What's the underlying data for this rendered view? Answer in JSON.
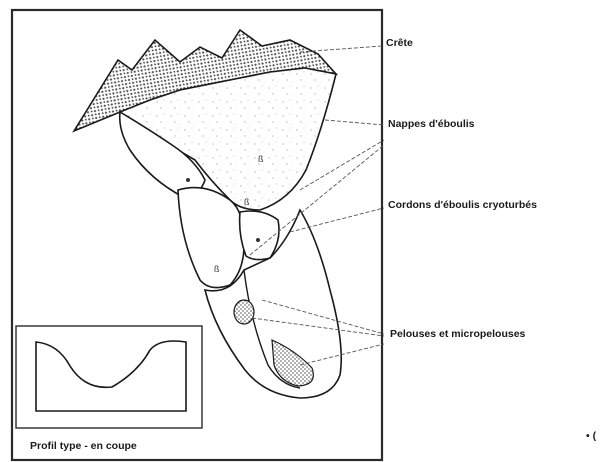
{
  "labels": {
    "crete": "Crête",
    "nappes": "Nappes d'éboulis",
    "cordons": "Cordons d'éboulis cryoturbés",
    "pelouses": "Pelouses et micropelouses",
    "profil": "Profil type - en coupe",
    "margin_mark": "• ("
  },
  "colors": {
    "ink": "#1a1a1a",
    "frame": "#2a2a2a",
    "rock_hatch": "#555555",
    "scree_dots": "#8a8a8a"
  }
}
